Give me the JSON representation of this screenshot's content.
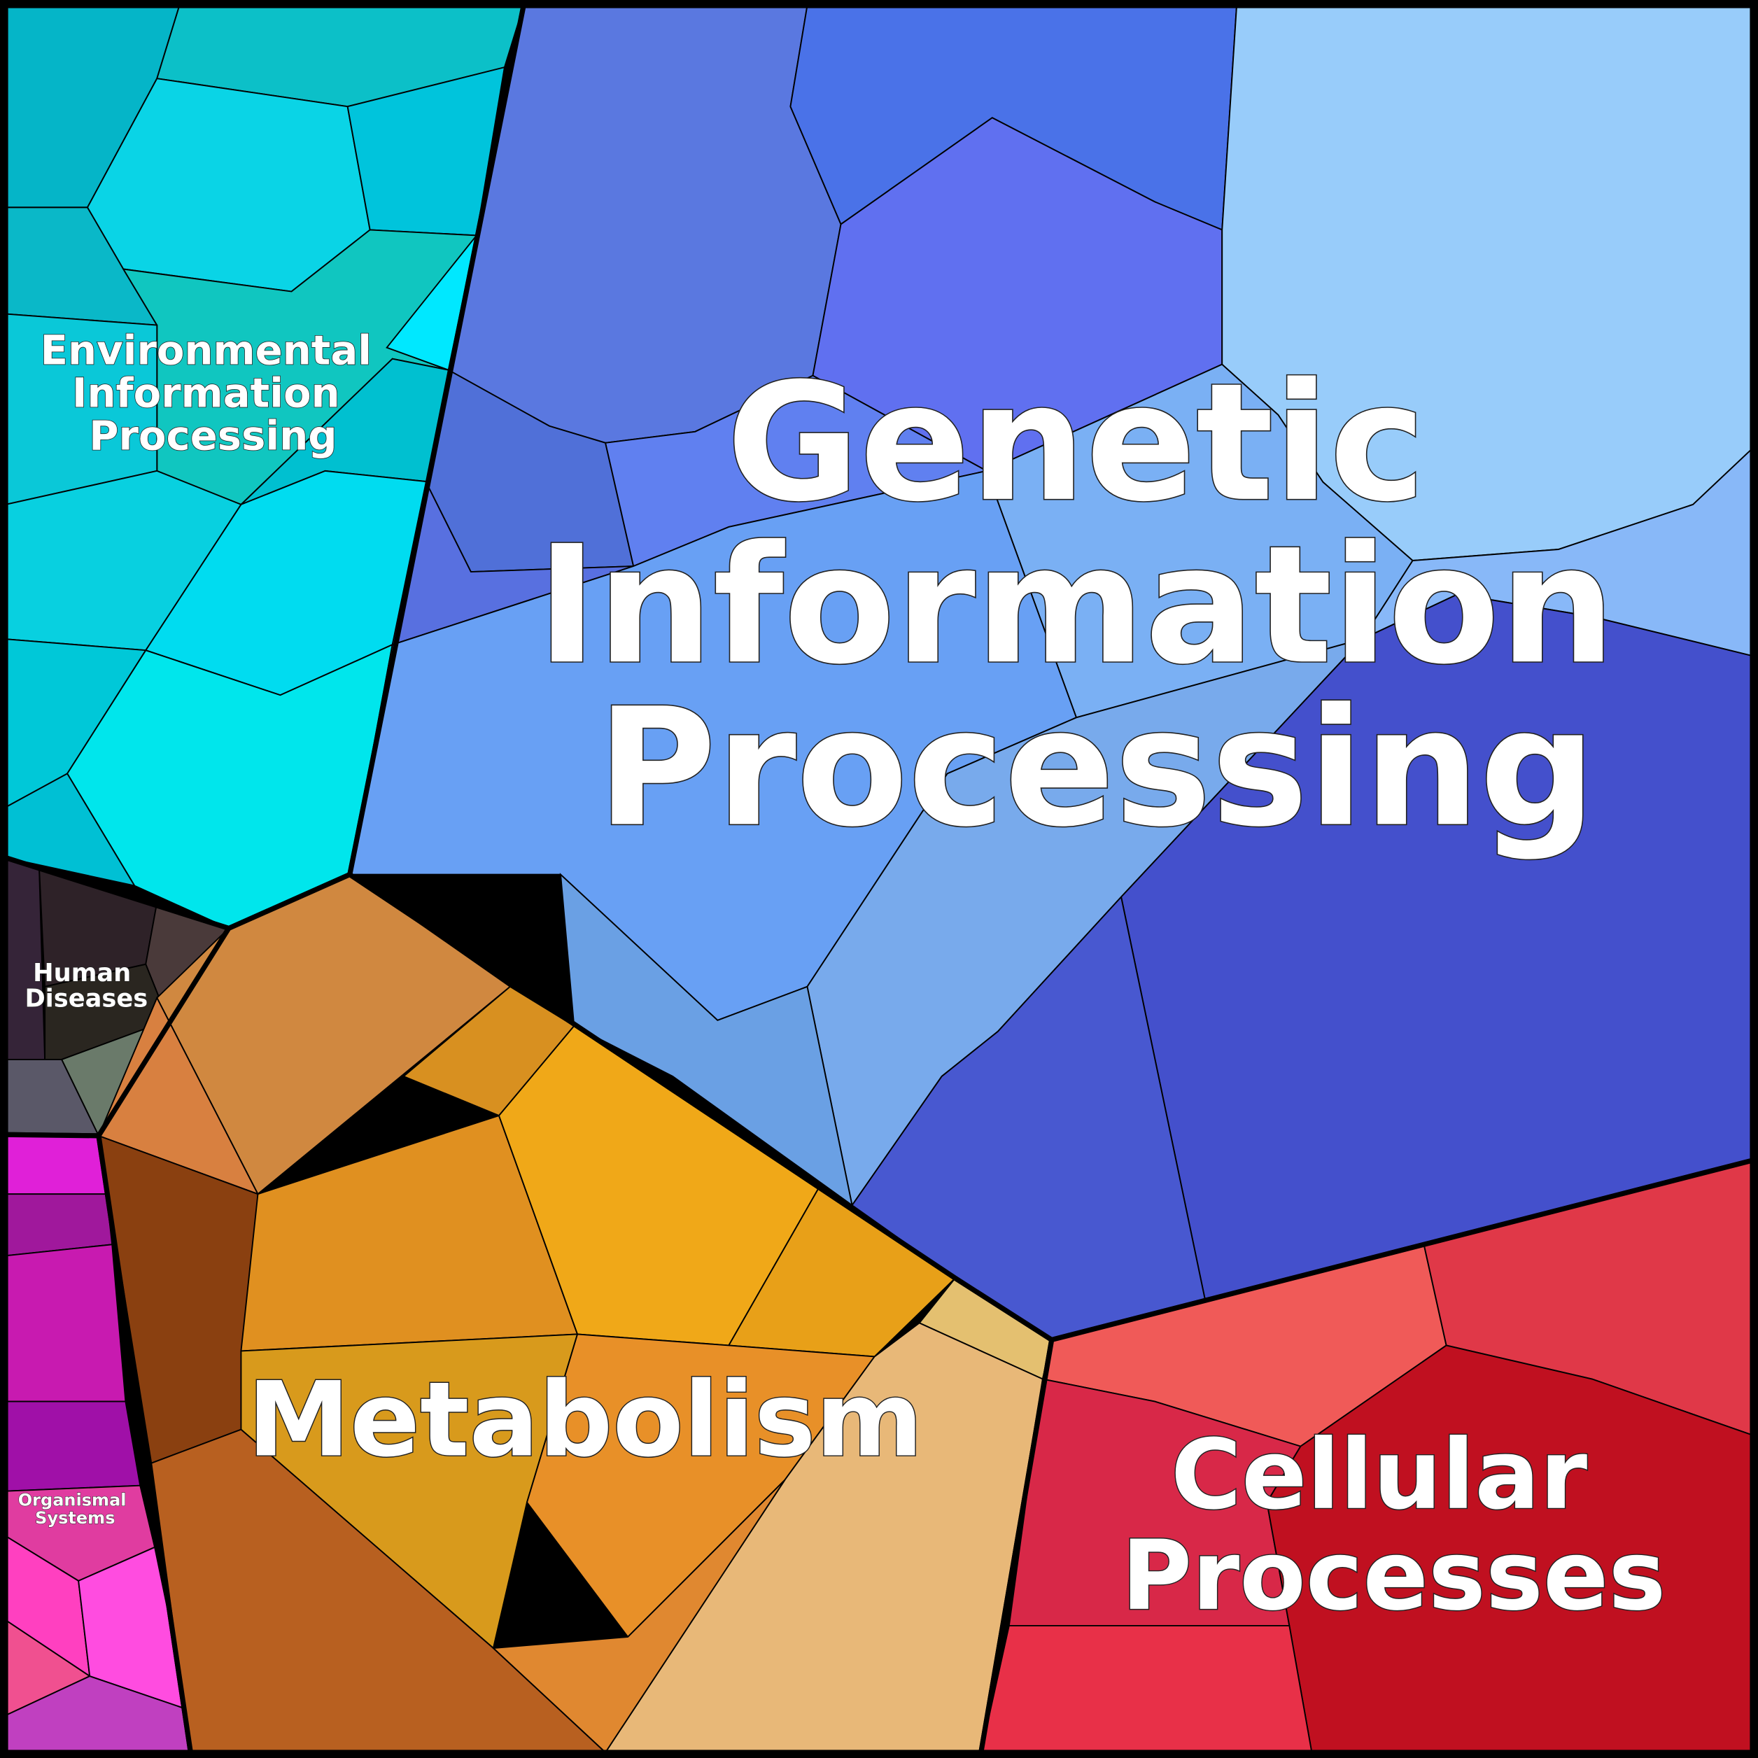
{
  "title": "KEGG pathway Voronoi treemap",
  "categories": [
    {
      "id": "env",
      "label_lines": [
        "Environmental",
        "Information",
        "Processing"
      ],
      "color": "#06c8d8"
    },
    {
      "id": "gen",
      "label_lines": [
        "Genetic",
        "Information",
        "Processing"
      ],
      "color": "#5a7fe6"
    },
    {
      "id": "hum",
      "label_lines": [
        "Human",
        "Diseases"
      ],
      "color": "#3a2a38"
    },
    {
      "id": "org",
      "label_lines": [
        "Organismal",
        "Systems"
      ],
      "color": "#d21eb4"
    },
    {
      "id": "met",
      "label_lines": [
        "Metabolism"
      ],
      "color": "#e8a020"
    },
    {
      "id": "cel",
      "label_lines": [
        "Cellular",
        "Processes"
      ],
      "color": "#e0283c"
    }
  ]
}
